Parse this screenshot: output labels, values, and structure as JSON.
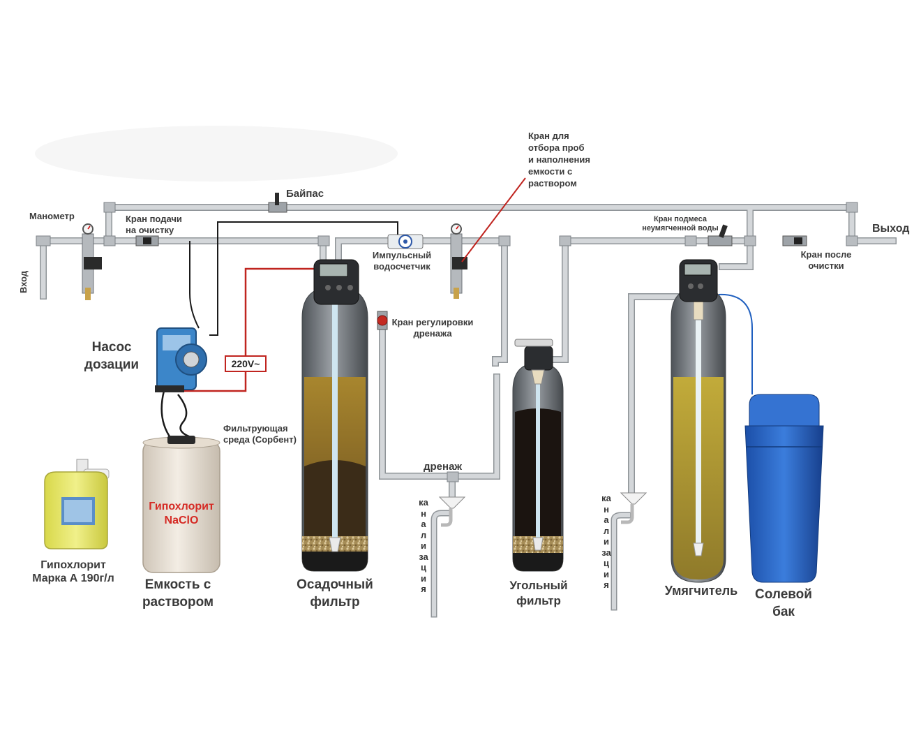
{
  "labels": {
    "inlet": "Вход",
    "outlet": "Выход",
    "pressure_gauge": "Манометр",
    "bypass": "Байпас",
    "feed_valve": "Кран подачи\nна очистку",
    "pulse_meter": "Импульсный\nводосчетчик",
    "sample_valve": "Кран для\nотбора проб\nи наполнения\nемкости с\nраствором",
    "mix_valve": "Кран подмеса\nнеумягченной воды",
    "after_valve": "Кран после\nочистки",
    "drain_valve": "Кран регулировки\nдренажа",
    "drain": "дренаж",
    "sewer": "канализация",
    "sewer_2": "канализация",
    "dosing_pump": "Насос\nдозации",
    "voltage": "220V~",
    "media": "Фильтрующая\nсреда (Сорбент)",
    "tank_text": "Гипохлорит\nNaClO",
    "canister": "Гипохлорит\nМарка А 190г/л",
    "solution_tank": "Емкость с\nраствором",
    "sediment_filter": "Осадочный\nфильтр",
    "carbon_filter": "Угольный\nфильтр",
    "softener": "Умягчитель",
    "brine_tank": "Солевой\nбак"
  },
  "colors": {
    "pipe": "#c9ccd0",
    "pipe_edge": "#8f9498",
    "signal_wire": "#c0241f",
    "control_wire": "#1a1a1a",
    "brine_tank": "#1f5fbf",
    "sand_media": "#a8862e",
    "carbon_media": "#1b1410",
    "softener_resin": "#b8a23a",
    "hypochlorite": "#e4e45a"
  }
}
